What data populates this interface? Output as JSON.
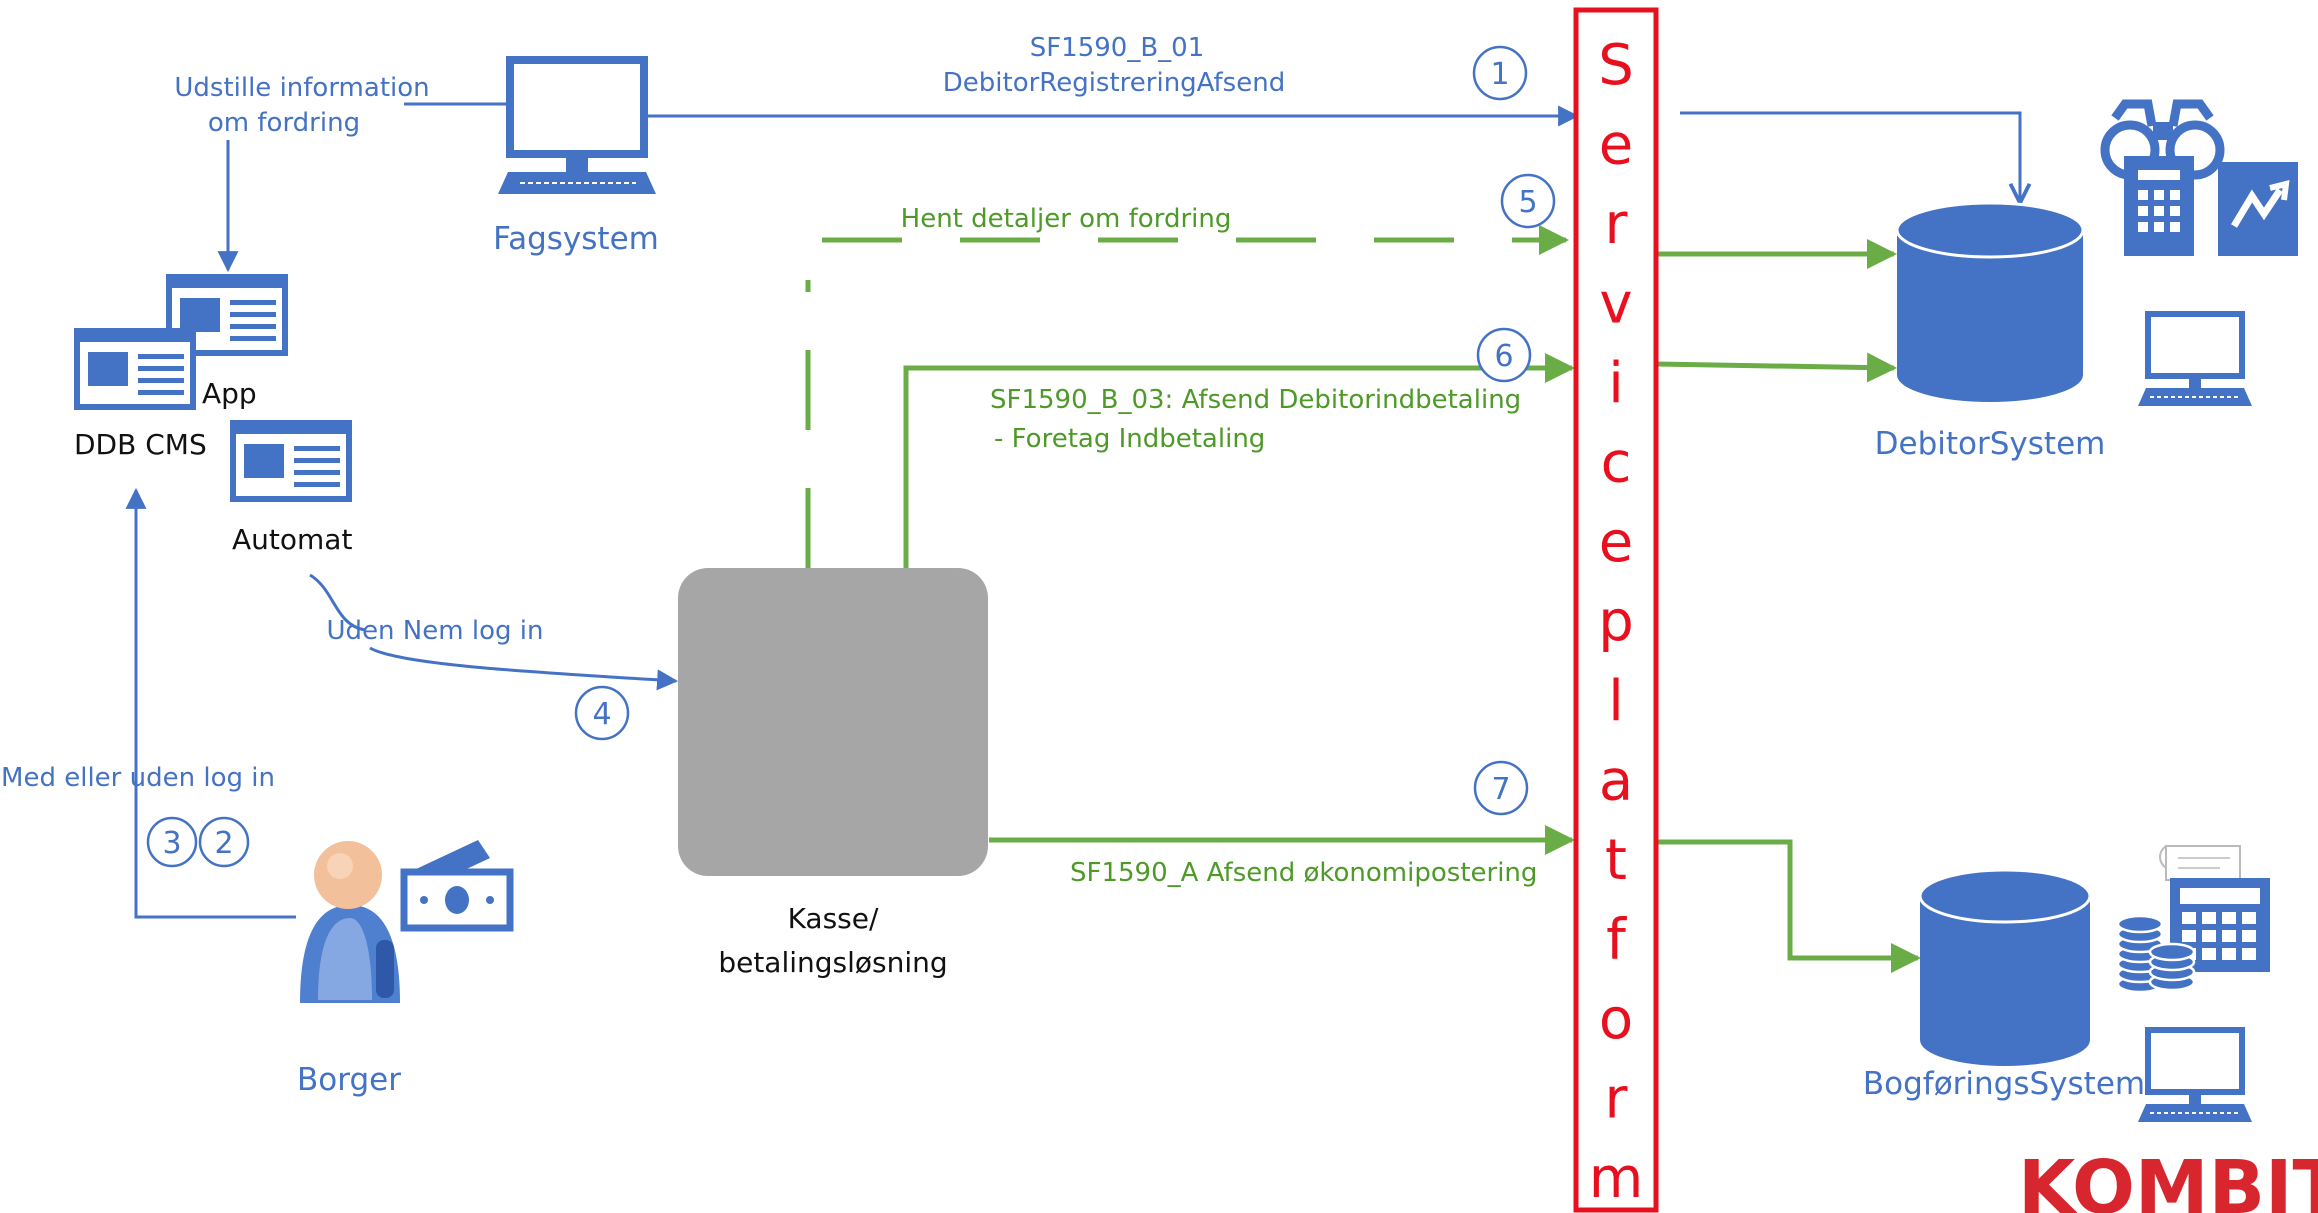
{
  "colors": {
    "blue": "#4472c4",
    "green": "#6aac46",
    "red": "#e8101f",
    "box_gray": "#a6a6a6"
  },
  "nodes": {
    "fagsystem": "Fagsystem",
    "ddb_cms": "DDB CMS",
    "app": "App",
    "automat": "Automat",
    "borger": "Borger",
    "kasse_line1": "Kasse/",
    "kasse_line2": "betalingsløsning",
    "debitor_system": "DebitorSystem",
    "bogfoerings_system": "BogføringsSystem",
    "serviceplatform": [
      "S",
      "e",
      "r",
      "v",
      "i",
      "c",
      "e",
      "p",
      "l",
      "a",
      "t",
      "f",
      "o",
      "r",
      "m"
    ]
  },
  "labels": {
    "udstille_line1": "Udstille information",
    "udstille_line2": "om fordring",
    "uden_nem_login": "Uden Nem log in",
    "med_eller_uden": "Med eller uden log in",
    "sf_b01_line1": "SF1590_B_01",
    "sf_b01_line2": "DebitorRegistreringAfsend",
    "hent_detaljer": "Hent detaljer om fordring",
    "sf_b03_line1": "SF1590_B_03: Afsend Debitorindbetaling",
    "sf_b03_line2": "- Foretag Indbetaling",
    "sf_a": "SF1590_A Afsend økonomipostering"
  },
  "steps": [
    "1",
    "2",
    "3",
    "4",
    "5",
    "6",
    "7"
  ],
  "brand": "KOMBIT",
  "icons": [
    "monitor-icon",
    "web-page-icon",
    "person-icon",
    "money-icon",
    "binoculars-icon",
    "spreadsheet-icon",
    "trend-chart-icon",
    "calculator-icon",
    "coins-icon",
    "receipt-icon",
    "database-icon"
  ]
}
